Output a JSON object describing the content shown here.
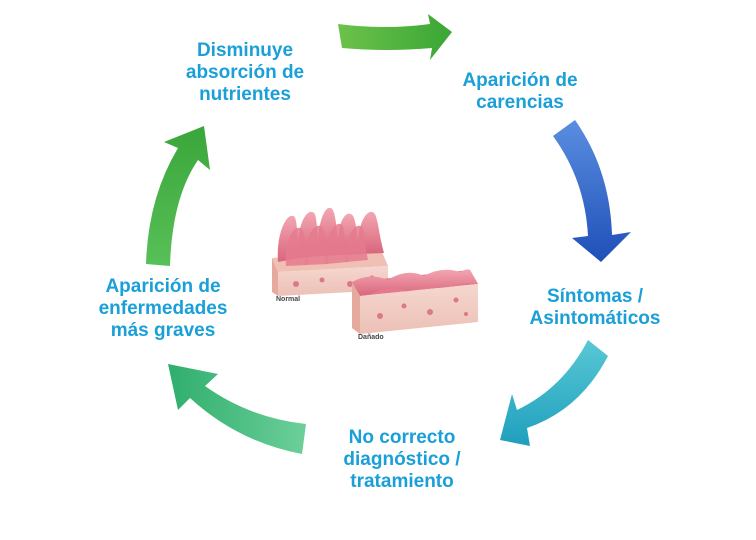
{
  "cycle_steps": [
    {
      "id": "absorcion",
      "lines": [
        "Disminuye",
        "absorción de",
        "nutrientes"
      ]
    },
    {
      "id": "carencias",
      "lines": [
        "Aparición de",
        "carencias"
      ]
    },
    {
      "id": "sintomas",
      "lines": [
        "Síntomas /",
        "Asintomáticos"
      ]
    },
    {
      "id": "diagnostico",
      "lines": [
        "No correcto",
        "diagnóstico /",
        "tratamiento"
      ]
    },
    {
      "id": "enfermedades",
      "lines": [
        "Aparición de",
        "enfermedades",
        "más graves"
      ]
    }
  ],
  "illustration": {
    "normal_label": "Normal",
    "damaged_label": "Dañado"
  },
  "colors": {
    "text": "#1a9fd8",
    "arrow_green": "#4cae3a",
    "arrow_blue": "#2d5fc4",
    "arrow_teal": "#2bb0c6",
    "arrow_seagreen": "#3cb878",
    "tissue_pink": "#e57a8e"
  }
}
